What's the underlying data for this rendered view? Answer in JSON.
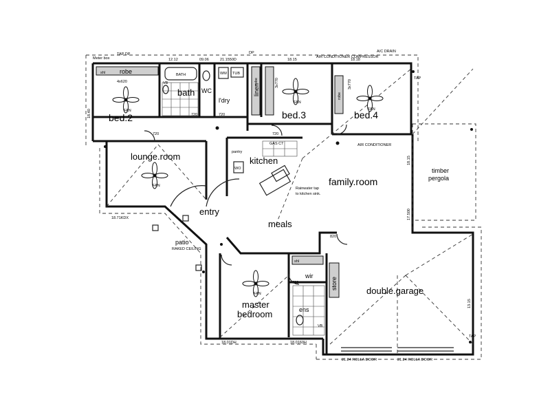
{
  "rooms": {
    "bed2": "bed.2",
    "bath": "bath",
    "wc": "WC",
    "ldry": "l'dry",
    "linen": "linen",
    "bed3": "bed.3",
    "bed4": "bed.4",
    "lounge": "lounge.room",
    "pantry": "pantry",
    "kitchen": "kitchen",
    "family": "family.room",
    "timber": "timber",
    "pergola": "pergola",
    "entry": "entry",
    "meals": "meals",
    "patio": "patio",
    "master1": "master",
    "master2": "bedroom",
    "wir": "wir",
    "ens": "ens",
    "store": "store",
    "garage": "double.garage"
  },
  "labels": {
    "meterbox": "Meter box",
    "tap_dp_top": "TAP DP",
    "dp": "DP",
    "ac_drain": "A/C DRAIN",
    "aircon_compressor": "AIR CONDITIONER COMPRESSOR",
    "aircon": "AIR CONDITIONER",
    "robe": "robe",
    "shl": "shl",
    "bath_fixture": "BATH",
    "vb": "VB",
    "wm": "WM",
    "tub": "TUB",
    "fan": "FAN",
    "gas_ct": "GAS CT",
    "wo": "WO",
    "rainwater": "Rainwater tap",
    "rainwater2": "to kitchen sink.",
    "raked_ceiling": "RAKED CEILING",
    "rolla_door_1": "21.24 ROLLA DOOR",
    "rolla_door_2": "21.24 ROLLA DOOR",
    "tap": "TAP",
    "dims": {
      "d1": "12.12",
      "d2": "09.06",
      "d3": "21.1550D",
      "d4": "18.15",
      "d5": "18.18",
      "d6": "720",
      "d7": "720",
      "d8": "720",
      "d9": "720",
      "d10": "820",
      "d11": "720",
      "d12": "18.01DH",
      "d13": "18.0160H",
      "d14": "18.71KDX",
      "d15": "3x770",
      "d16": "3x770",
      "d17": "18.15",
      "d18": "17.500",
      "d19": "13.15",
      "d20": "4x620",
      "d21": "18.40"
    }
  }
}
